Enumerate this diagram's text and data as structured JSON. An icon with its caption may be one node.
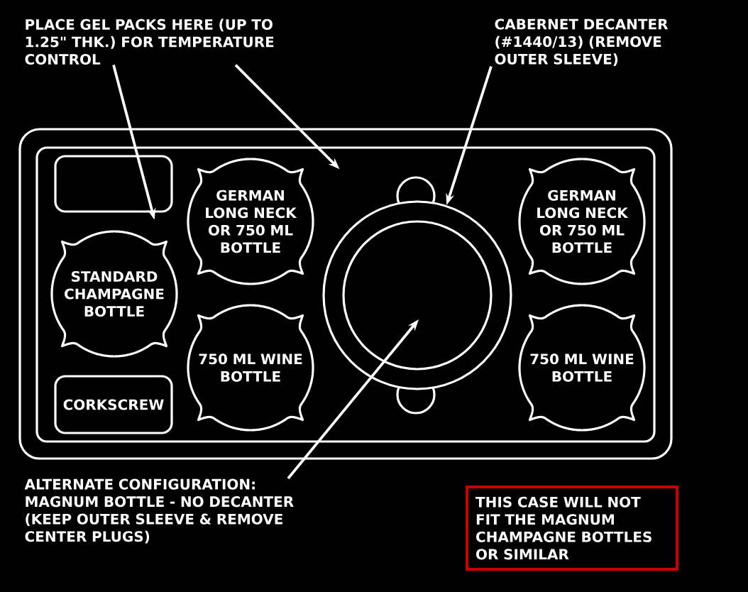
{
  "diagram": {
    "nodes": [
      {
        "text": [
          "PLACE GEL PACKS HERE (UP TO 1.25\" THK.) FOR TEMPERATURE CONTROL"
        ]
      },
      {
        "text": [
          "CABERNET DECANTER (#1440/13) (REMOVE OUTER SLEEVE)"
        ]
      },
      {
        "text": [],
        "shape": "box"
      },
      {
        "text": [],
        "shape": "box",
        "in": 2
      },
      {
        "text": [],
        "shape": "box",
        "in": 3
      },
      {
        "text": [
          "STANDARD CHAMPAGNE BOTTLE"
        ],
        "in": 3
      },
      {
        "text": [
          "CORKSCREW"
        ],
        "in": 3
      },
      {
        "text": [
          "GERMAN LONG NECK OR 750 ML BOTTLE"
        ],
        "in": 3
      },
      {
        "text": [
          "750 ML WINE BOTTLE"
        ],
        "in": 3
      },
      {
        "text": [],
        "shape": "circle",
        "in": 3
      },
      {
        "text": [],
        "shape": "circle",
        "in": 9
      },
      {
        "text": [
          "GERMAN LONG NECK OR 750 ML BOTTLE"
        ],
        "in": 3
      },
      {
        "text": [
          "750 ML WINE BOTTLE"
        ],
        "in": 3
      },
      {
        "text": [
          "ALTERNATE CONFIGURATION: MAGNUM BOTTLE - NO DECANTER (KEEP OUTER SLEEVE & REMOVE CENTER PLUGS)"
        ]
      },
      {
        "text": [
          "THIS CASE WILL NOT FIT THE MAGNUM CHAMPAGNE BOTTLES OR SIMILAR"
        ]
      }
    ],
    "edges": [
      {
        "from": 0,
        "to": 4,
        "arrow": "to"
      },
      {
        "from": 0,
        "to": 3,
        "arrow": "to"
      },
      {
        "from": 1,
        "to": 9,
        "arrow": "to"
      },
      {
        "from": 13,
        "to": 10,
        "arrow": "to"
      }
    ]
  }
}
